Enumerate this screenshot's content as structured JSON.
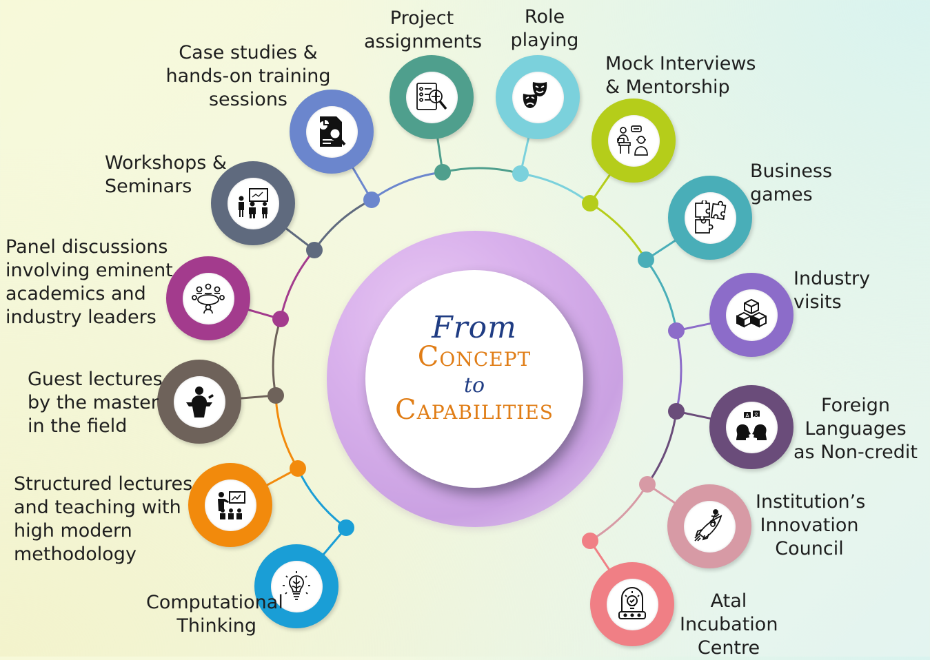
{
  "center": {
    "line1": "From",
    "line2": "Concept",
    "line3": "to",
    "line4": "Capabilities"
  },
  "items": [
    {
      "key": "computational",
      "label": [
        "Computational",
        "Thinking"
      ],
      "color": "#1a9ed6",
      "icon": "brain-bulb-icon"
    },
    {
      "key": "structured",
      "label": [
        "Structured lectures",
        "and teaching with",
        "high modern",
        "methodology"
      ],
      "color": "#f28a0c",
      "icon": "teacher-presentation-icon"
    },
    {
      "key": "guest",
      "label": [
        "Guest lectures",
        "by the master",
        "in the field"
      ],
      "color": "#6e625a",
      "icon": "podium-speaker-icon"
    },
    {
      "key": "panel",
      "label": [
        "Panel discussions",
        "involving eminent",
        "academics and",
        "industry leaders"
      ],
      "color": "#a33b8d",
      "icon": "round-table-icon"
    },
    {
      "key": "workshops",
      "label": [
        "Workshops &",
        "Seminars"
      ],
      "color": "#5f6a7e",
      "icon": "seminar-icon"
    },
    {
      "key": "case",
      "label": [
        "Case studies &",
        "hands-on training",
        "sessions"
      ],
      "color": "#6b86cd",
      "icon": "document-search-icon"
    },
    {
      "key": "project",
      "label": [
        "Project",
        "assignments"
      ],
      "color": "#4f9f8d",
      "icon": "checklist-magnifier-icon"
    },
    {
      "key": "role",
      "label": [
        "Role",
        "playing"
      ],
      "color": "#7bd1dc",
      "icon": "theater-masks-icon"
    },
    {
      "key": "mock",
      "label": [
        "Mock Interviews",
        "& Mentorship"
      ],
      "color": "#b5cd1a",
      "icon": "interview-icon"
    },
    {
      "key": "business",
      "label": [
        "Business",
        "games"
      ],
      "color": "#49aeb8",
      "icon": "puzzle-icon"
    },
    {
      "key": "industry",
      "label": [
        "Industry",
        "visits"
      ],
      "color": "#8c6cc9",
      "icon": "cubes-icon"
    },
    {
      "key": "foreign",
      "label": [
        "Foreign",
        "Languages",
        "as Non-credit"
      ],
      "color": "#6a4c7a",
      "icon": "language-heads-icon"
    },
    {
      "key": "innovation",
      "label": [
        "Institution’s",
        "Innovation",
        "Council"
      ],
      "color": "#d79aa5",
      "icon": "rocket-rider-icon"
    },
    {
      "key": "atal",
      "label": [
        "Atal",
        "Incubation",
        "Centre"
      ],
      "color": "#f07f85",
      "icon": "incubator-bulb-icon"
    }
  ]
}
